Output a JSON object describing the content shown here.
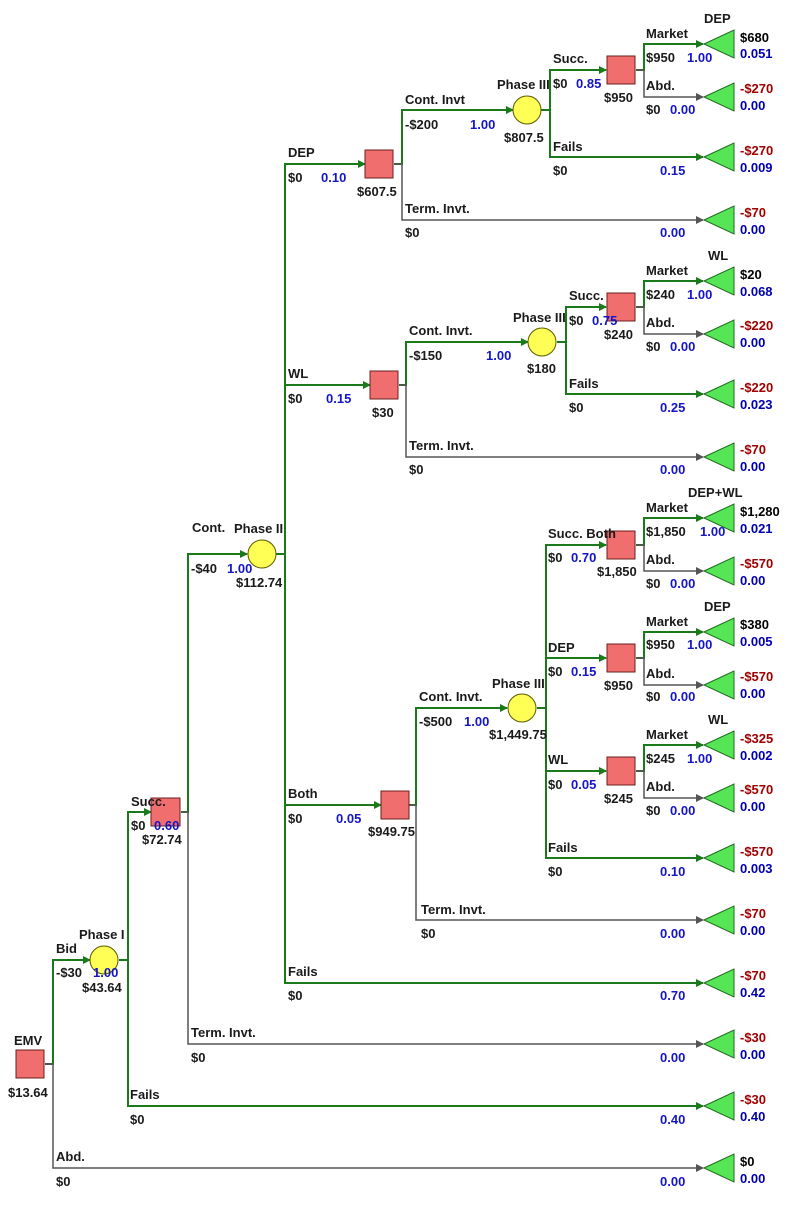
{
  "colors": {
    "active_branch": "#1a7a1a",
    "inactive_branch": "#555555",
    "decision_node": "#f06e6e",
    "chance_node": "#ffff55",
    "terminal_node": "#55e555",
    "probability_text": "#1515c8",
    "negative_payoff": "#a00000"
  },
  "tree": {
    "name": "EMV",
    "value": "$13.64",
    "branches": [
      {
        "name": "Bid",
        "cost": "-$30",
        "chance": {
          "name": "Phase I",
          "prob": "1.00",
          "value": "$43.64",
          "branches": [
            {
              "name": "Succ.",
              "cost": "$0",
              "prob": "0.60",
              "decision": {
                "value": "$72.74",
                "branches": [
                  {
                    "name": "Cont.",
                    "cost": "-$40",
                    "prob": "1.00",
                    "chance": {
                      "name": "Phase II",
                      "value": "$112.74",
                      "branches": [
                        {
                          "name": "DEP",
                          "cost": "$0",
                          "prob": "0.10",
                          "decision_value": "$607.5"
                        },
                        {
                          "name": "WL",
                          "cost": "$0",
                          "prob": "0.15",
                          "decision_value": "$30"
                        },
                        {
                          "name": "Both",
                          "cost": "$0",
                          "prob": "0.05",
                          "decision_value": "$949.75"
                        },
                        {
                          "name": "Fails",
                          "cost": "$0",
                          "end_prob": "0.70"
                        }
                      ]
                    }
                  },
                  {
                    "name": "Term. Invt.",
                    "cost": "$0",
                    "end_prob": "0.00"
                  }
                ]
              }
            },
            {
              "name": "Fails",
              "cost": "$0",
              "end_prob": "0.40"
            }
          ]
        }
      },
      {
        "name": "Abd.",
        "cost": "$0",
        "end_prob": "0.00"
      }
    ],
    "subtrees": {
      "dep": {
        "cont_label": "Cont. Invt",
        "cont_cost": "-$200",
        "cont_prob": "1.00",
        "phase3_name": "Phase III",
        "phase3_value": "$807.5",
        "succ_label": "Succ.",
        "succ_cost": "$0",
        "succ_prob": "0.85",
        "succ_value": "$950",
        "market_label": "Market",
        "market_cost": "$950",
        "market_prob": "1.00",
        "market_tag": "DEP",
        "abd_label": "Abd.",
        "abd_cost": "$0",
        "abd_prob": "0.00",
        "fails_label": "Fails",
        "fails_cost": "$0",
        "fails_prob": "0.15",
        "term_label": "Term. Invt.",
        "term_cost": "$0",
        "term_prob": "0.00"
      },
      "wl": {
        "cont_label": "Cont. Invt.",
        "cont_cost": "-$150",
        "cont_prob": "1.00",
        "phase3_name": "Phase III",
        "phase3_value": "$180",
        "succ_label": "Succ.",
        "succ_cost": "$0",
        "succ_prob": "0.75",
        "succ_value": "$240",
        "market_label": "Market",
        "market_cost": "$240",
        "market_prob": "1.00",
        "market_tag": "WL",
        "abd_label": "Abd.",
        "abd_cost": "$0",
        "abd_prob": "0.00",
        "fails_label": "Fails",
        "fails_cost": "$0",
        "fails_prob": "0.25",
        "term_label": "Term. Invt.",
        "term_cost": "$0",
        "term_prob": "0.00"
      },
      "both": {
        "cont_label": "Cont. Invt.",
        "cont_cost": "-$500",
        "cont_prob": "1.00",
        "phase3_name": "Phase III",
        "phase3_value": "$1,449.75",
        "succ_both_label": "Succ. Both",
        "succ_both_cost": "$0",
        "succ_both_prob": "0.70",
        "succ_both_value": "$1,850",
        "market_both_label": "Market",
        "market_both_cost": "$1,850",
        "market_both_prob": "1.00",
        "market_both_tag": "DEP+WL",
        "dep_label": "DEP",
        "dep_cost": "$0",
        "dep_prob": "0.15",
        "dep_value": "$950",
        "market_dep_label": "Market",
        "market_dep_cost": "$950",
        "market_dep_prob": "1.00",
        "market_dep_tag": "DEP",
        "wl_label": "WL",
        "wl_cost": "$0",
        "wl_prob": "0.05",
        "wl_value": "$245",
        "market_wl_label": "Market",
        "market_wl_cost": "$245",
        "market_wl_prob": "1.00",
        "market_wl_tag": "WL",
        "abd_label": "Abd.",
        "abd_cost": "$0",
        "abd_prob": "0.00",
        "fails_label": "Fails",
        "fails_cost": "$0",
        "fails_prob": "0.10",
        "term_label": "Term. Invt.",
        "term_cost": "$0",
        "term_prob": "0.00"
      }
    }
  },
  "terminals": [
    {
      "payoff": "$680",
      "prob": "0.051"
    },
    {
      "payoff": "-$270",
      "prob": "0.00"
    },
    {
      "payoff": "-$270",
      "prob": "0.009"
    },
    {
      "payoff": "-$70",
      "prob": "0.00"
    },
    {
      "payoff": "$20",
      "prob": "0.068"
    },
    {
      "payoff": "-$220",
      "prob": "0.00"
    },
    {
      "payoff": "-$220",
      "prob": "0.023"
    },
    {
      "payoff": "-$70",
      "prob": "0.00"
    },
    {
      "payoff": "$1,280",
      "prob": "0.021"
    },
    {
      "payoff": "-$570",
      "prob": "0.00"
    },
    {
      "payoff": "$380",
      "prob": "0.005"
    },
    {
      "payoff": "-$570",
      "prob": "0.00"
    },
    {
      "payoff": "-$325",
      "prob": "0.002"
    },
    {
      "payoff": "-$570",
      "prob": "0.00"
    },
    {
      "payoff": "-$570",
      "prob": "0.003"
    },
    {
      "payoff": "-$70",
      "prob": "0.00"
    },
    {
      "payoff": "-$70",
      "prob": "0.42"
    },
    {
      "payoff": "-$30",
      "prob": "0.00"
    },
    {
      "payoff": "-$30",
      "prob": "0.40"
    },
    {
      "payoff": "$0",
      "prob": "0.00"
    }
  ]
}
